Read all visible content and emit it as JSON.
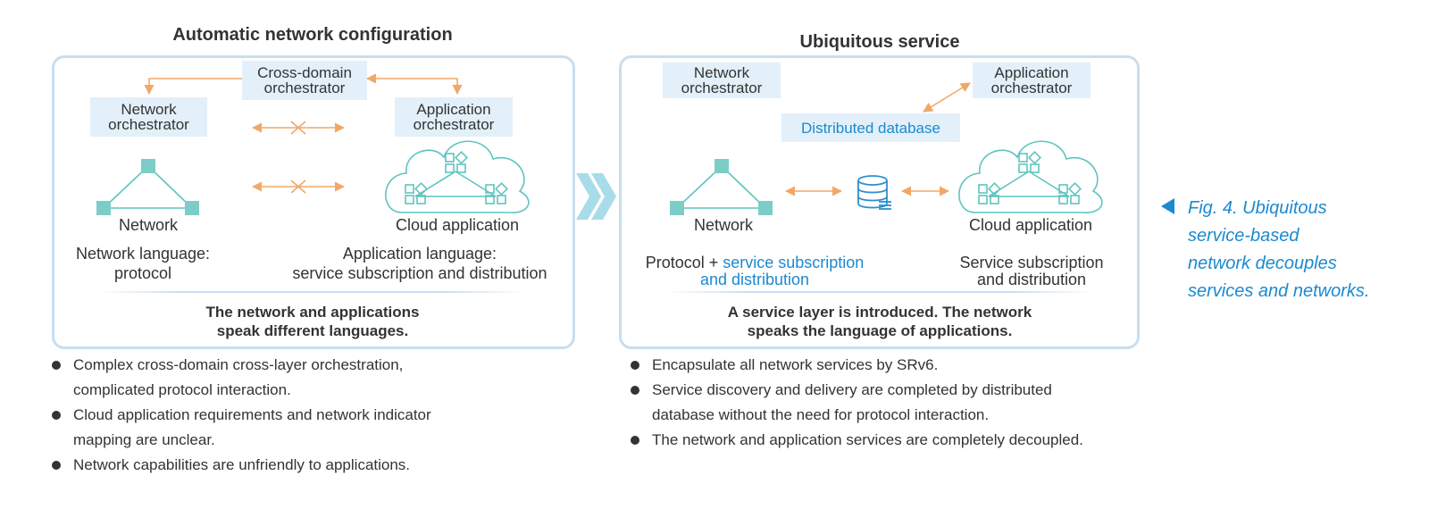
{
  "left": {
    "title": "Automatic network configuration",
    "cross_domain": [
      "Cross-domain",
      "orchestrator"
    ],
    "network_orch": [
      "Network",
      "orchestrator"
    ],
    "app_orch": [
      "Application",
      "orchestrator"
    ],
    "network_label": "Network",
    "cloud_label": "Cloud application",
    "net_lang": [
      "Network language:",
      "protocol"
    ],
    "app_lang": [
      "Application language:",
      "service subscription and distribution"
    ],
    "caption": [
      "The network and applications",
      "speak different languages."
    ],
    "bullets": [
      [
        "Complex cross-domain cross-layer orchestration,",
        "complicated protocol interaction."
      ],
      [
        "Cloud application requirements and network indicator",
        "mapping are unclear."
      ],
      [
        "Network capabilities are unfriendly to applications."
      ]
    ]
  },
  "right": {
    "title": "Ubiquitous service",
    "network_orch": [
      "Network",
      "orchestrator"
    ],
    "app_orch": [
      "Application",
      "orchestrator"
    ],
    "db": "Distributed database",
    "network_label": "Network",
    "cloud_label": "Cloud application",
    "protocol_prefix": "Protocol + ",
    "protocol_blue1": "service subscription",
    "protocol_blue2": "and distribution",
    "service_text": [
      "Service subscription",
      "and distribution"
    ],
    "caption": [
      "A service layer is introduced. The network",
      "speaks the language of applications."
    ],
    "bullets": [
      [
        "Encapsulate all network services by SRv6."
      ],
      [
        "Service discovery and delivery are completed by distributed",
        "database without the need for protocol interaction."
      ],
      [
        "The network and application services are completely decoupled."
      ]
    ]
  },
  "figure_caption": [
    "Fig. 4. Ubiquitous",
    "service-based",
    "network decouples",
    "services and networks."
  ],
  "colors": {
    "accent": "#1b8ad0",
    "panel_border": "#c8def0",
    "box_fill": "#e3f0fa",
    "arrow": "#f0a868",
    "teal": "#5fc4c0",
    "chevron": "#a8dcea"
  }
}
